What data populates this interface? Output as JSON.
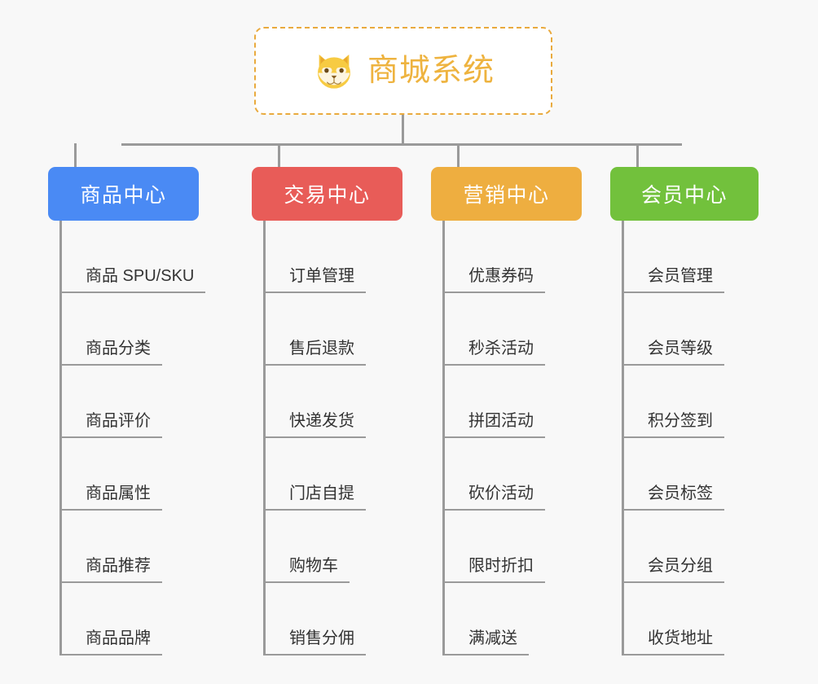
{
  "page": {
    "background_color": "#f8f8f8",
    "type": "mindmap"
  },
  "root": {
    "title": "商城系统",
    "icon": "shiba-dog-face-icon",
    "border_color": "#e9aa3e",
    "text_color": "#eeb33f",
    "background_color": "#ffffff"
  },
  "connector_color": "#9a9a9a",
  "branches": [
    {
      "label": "商品中心",
      "color": "#4a8af4",
      "items": [
        "商品 SPU/SKU",
        "商品分类",
        "商品评价",
        "商品属性",
        "商品推荐",
        "商品品牌"
      ]
    },
    {
      "label": "交易中心",
      "color": "#e85c58",
      "items": [
        "订单管理",
        "售后退款",
        "快递发货",
        "门店自提",
        "购物车",
        "销售分佣"
      ]
    },
    {
      "label": "营销中心",
      "color": "#eeae40",
      "items": [
        "优惠券码",
        "秒杀活动",
        "拼团活动",
        "砍价活动",
        "限时折扣",
        "满减送"
      ]
    },
    {
      "label": "会员中心",
      "color": "#72c13c",
      "items": [
        "会员管理",
        "会员等级",
        "积分签到",
        "会员标签",
        "会员分组",
        "收货地址"
      ]
    }
  ]
}
